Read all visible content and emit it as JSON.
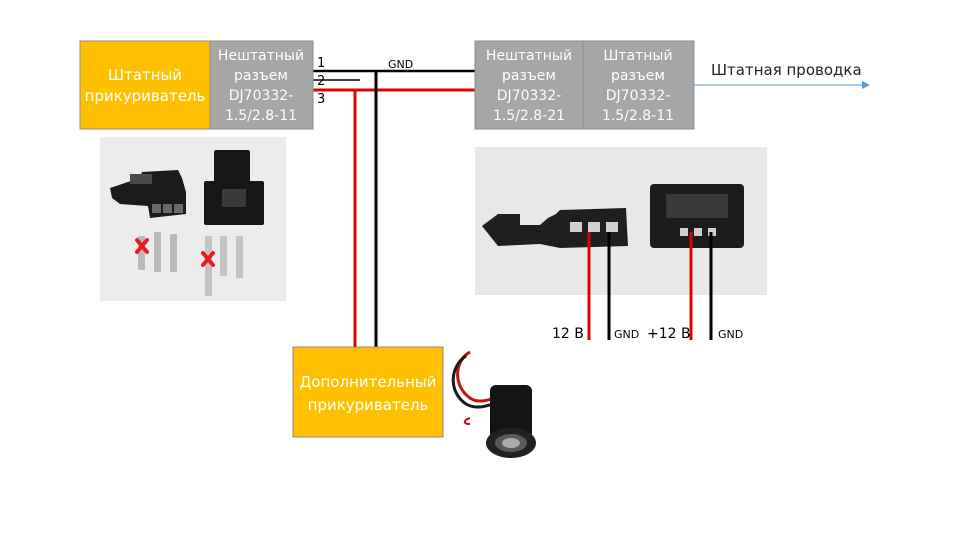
{
  "boxes": {
    "original_lighter": {
      "lines": [
        "Штатный",
        "прикуриватель"
      ]
    },
    "connector_11_left": {
      "lines": [
        "Нештатный",
        "разъем",
        "DJ70332-",
        "1.5/2.8-11"
      ]
    },
    "connector_21": {
      "lines": [
        "Нештатный",
        "разъем",
        "DJ70332-",
        "1.5/2.8-21"
      ]
    },
    "connector_11_right": {
      "lines": [
        "Штатный",
        "разъем",
        "DJ70332-",
        "1.5/2.8-11"
      ]
    },
    "additional_lighter": {
      "lines": [
        "Дополнительный",
        "прикуриватель"
      ]
    }
  },
  "pins": {
    "p1": "1",
    "p2": "2",
    "p3": "3"
  },
  "labels": {
    "gnd_top": "GND",
    "original_wiring": "Штатная проводка",
    "v12_left": "12 В",
    "gnd_left": "GND",
    "v12_right": "+12 В",
    "gnd_right": "GND"
  },
  "colors": {
    "gold": "#FFC000",
    "gray": "#A6A6A6",
    "wire_red": "#E00000",
    "wire_black": "#000000",
    "arrow_blue": "#5B9BD5"
  }
}
